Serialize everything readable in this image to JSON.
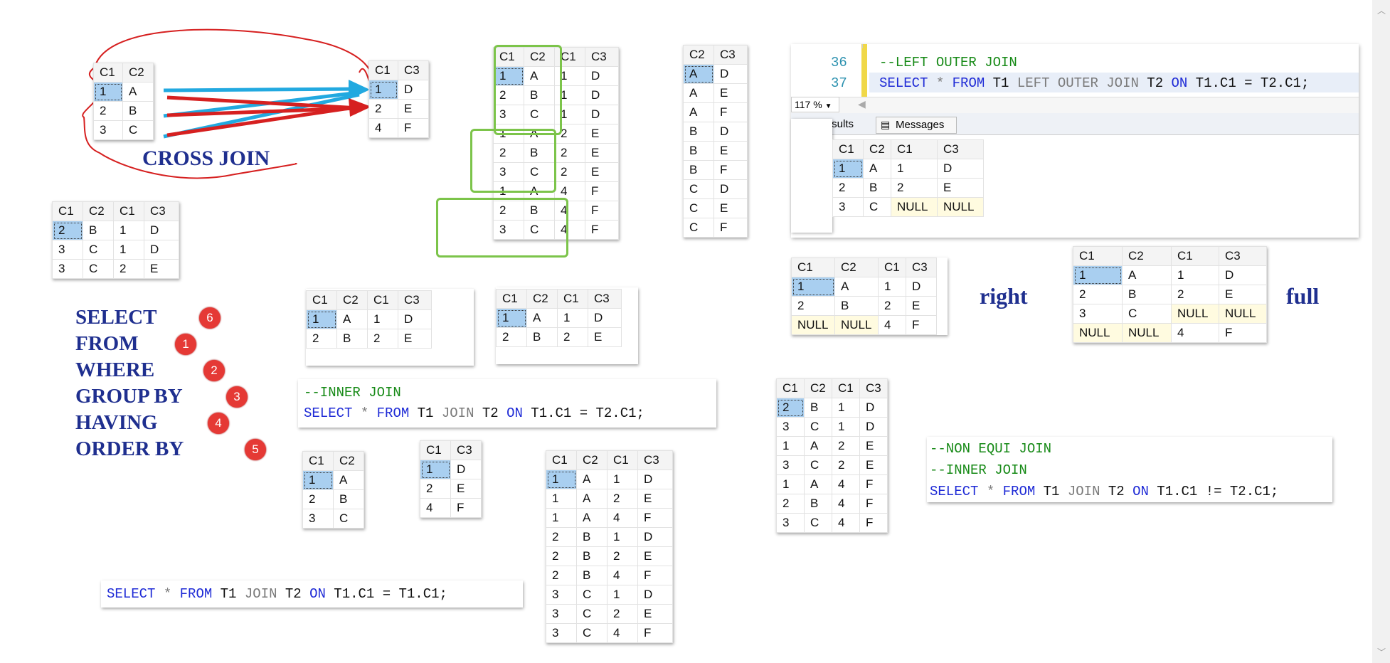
{
  "cross_join": {
    "label": "CROSS JOIN",
    "t1": {
      "headers": [
        "C1",
        "C2"
      ],
      "rows": [
        [
          "1",
          "A"
        ],
        [
          "2",
          "B"
        ],
        [
          "3",
          "C"
        ]
      ]
    },
    "t2": {
      "headers": [
        "C1",
        "C3"
      ],
      "rows": [
        [
          "1",
          "D"
        ],
        [
          "2",
          "E"
        ],
        [
          "4",
          "F"
        ]
      ]
    }
  },
  "cross_result": {
    "headers": [
      "C1",
      "C2",
      "C1",
      "C3"
    ],
    "rows": [
      [
        "1",
        "A",
        "1",
        "D"
      ],
      [
        "2",
        "B",
        "1",
        "D"
      ],
      [
        "3",
        "C",
        "1",
        "D"
      ],
      [
        "1",
        "A",
        "2",
        "E"
      ],
      [
        "2",
        "B",
        "2",
        "E"
      ],
      [
        "3",
        "C",
        "2",
        "E"
      ],
      [
        "1",
        "A",
        "4",
        "F"
      ],
      [
        "2",
        "B",
        "4",
        "F"
      ],
      [
        "3",
        "C",
        "4",
        "F"
      ]
    ]
  },
  "c2c3_list": {
    "headers": [
      "C2",
      "C3"
    ],
    "rows": [
      [
        "A",
        "D"
      ],
      [
        "A",
        "E"
      ],
      [
        "A",
        "F"
      ],
      [
        "B",
        "D"
      ],
      [
        "B",
        "E"
      ],
      [
        "B",
        "F"
      ],
      [
        "C",
        "D"
      ],
      [
        "C",
        "E"
      ],
      [
        "C",
        "F"
      ]
    ]
  },
  "non_equi_small": {
    "headers": [
      "C1",
      "C2",
      "C1",
      "C3"
    ],
    "rows": [
      [
        "2",
        "B",
        "1",
        "D"
      ],
      [
        "3",
        "C",
        "1",
        "D"
      ],
      [
        "3",
        "C",
        "2",
        "E"
      ]
    ]
  },
  "order_list": {
    "items": [
      {
        "kw": "SELECT",
        "n": "6"
      },
      {
        "kw": "FROM",
        "n": "1"
      },
      {
        "kw": "WHERE",
        "n": "2"
      },
      {
        "kw": "GROUP BY",
        "n": "3"
      },
      {
        "kw": "HAVING",
        "n": "4"
      },
      {
        "kw": "ORDER BY",
        "n": "5"
      }
    ]
  },
  "inner_a": {
    "headers": [
      "C1",
      "C2",
      "C1",
      "C3"
    ],
    "rows": [
      [
        "1",
        "A",
        "1",
        "D"
      ],
      [
        "2",
        "B",
        "2",
        "E"
      ]
    ]
  },
  "inner_b": {
    "headers": [
      "C1",
      "C2",
      "C1",
      "C3"
    ],
    "rows": [
      [
        "1",
        "A",
        "1",
        "D"
      ],
      [
        "2",
        "B",
        "2",
        "E"
      ]
    ]
  },
  "inner_code": {
    "comment": "--INNER JOIN",
    "kw1": "SELECT",
    "star": " * ",
    "kw2": "FROM",
    "t1": " T1 ",
    "join": "JOIN",
    "t2": " T2 ",
    "on": "ON",
    "cond": " T1.C1 = T2.C1;"
  },
  "t1_small": {
    "headers": [
      "C1",
      "C2"
    ],
    "rows": [
      [
        "1",
        "A"
      ],
      [
        "2",
        "B"
      ],
      [
        "3",
        "C"
      ]
    ]
  },
  "t2_small": {
    "headers": [
      "C1",
      "C3"
    ],
    "rows": [
      [
        "1",
        "D"
      ],
      [
        "2",
        "E"
      ],
      [
        "4",
        "F"
      ]
    ]
  },
  "self_code": {
    "kw1": "SELECT",
    "star": " * ",
    "kw2": "FROM",
    "t1": " T1 ",
    "join": "JOIN",
    "t2": " T2 ",
    "on": "ON",
    "cond": " T1.C1 = T1.C1;"
  },
  "self_result": {
    "headers": [
      "C1",
      "C2",
      "C1",
      "C3"
    ],
    "rows": [
      [
        "1",
        "A",
        "1",
        "D"
      ],
      [
        "1",
        "A",
        "2",
        "E"
      ],
      [
        "1",
        "A",
        "4",
        "F"
      ],
      [
        "2",
        "B",
        "1",
        "D"
      ],
      [
        "2",
        "B",
        "2",
        "E"
      ],
      [
        "2",
        "B",
        "4",
        "F"
      ],
      [
        "3",
        "C",
        "1",
        "D"
      ],
      [
        "3",
        "C",
        "2",
        "E"
      ],
      [
        "3",
        "C",
        "4",
        "F"
      ]
    ]
  },
  "ssms": {
    "line36": "36",
    "line37": "37",
    "comment": "--LEFT OUTER JOIN",
    "kw1": "SELECT",
    "star": " * ",
    "kw2": "FROM",
    "t1": " T1 ",
    "lj": "LEFT OUTER JOIN",
    "t2": " T2 ",
    "on": "ON",
    "cond": " T1.C1 = T2.C1;",
    "zoom": "117 %",
    "tab_results": "Results",
    "tab_messages": "Messages",
    "result": {
      "headers": [
        "C1",
        "C2",
        "C1",
        "C3"
      ],
      "rows": [
        [
          "1",
          "A",
          "1",
          "D"
        ],
        [
          "2",
          "B",
          "2",
          "E"
        ],
        [
          "3",
          "C",
          "NULL",
          "NULL"
        ]
      ]
    }
  },
  "right_join": {
    "label": "right",
    "headers": [
      "C1",
      "C2",
      "C1",
      "C3"
    ],
    "rows": [
      [
        "1",
        "A",
        "1",
        "D"
      ],
      [
        "2",
        "B",
        "2",
        "E"
      ],
      [
        "NULL",
        "NULL",
        "4",
        "F"
      ]
    ]
  },
  "full_join": {
    "label": "full",
    "headers": [
      "C1",
      "C2",
      "C1",
      "C3"
    ],
    "rows": [
      [
        "1",
        "A",
        "1",
        "D"
      ],
      [
        "2",
        "B",
        "2",
        "E"
      ],
      [
        "3",
        "C",
        "NULL",
        "NULL"
      ],
      [
        "NULL",
        "NULL",
        "4",
        "F"
      ]
    ]
  },
  "non_equi_result": {
    "headers": [
      "C1",
      "C2",
      "C1",
      "C3"
    ],
    "rows": [
      [
        "2",
        "B",
        "1",
        "D"
      ],
      [
        "3",
        "C",
        "1",
        "D"
      ],
      [
        "1",
        "A",
        "2",
        "E"
      ],
      [
        "3",
        "C",
        "2",
        "E"
      ],
      [
        "1",
        "A",
        "4",
        "F"
      ],
      [
        "2",
        "B",
        "4",
        "F"
      ],
      [
        "3",
        "C",
        "4",
        "F"
      ]
    ]
  },
  "non_equi_code": {
    "c1": "--NON EQUI JOIN",
    "c2": "--INNER JOIN",
    "kw1": "SELECT",
    "star": " * ",
    "kw2": "FROM",
    "t1": " T1 ",
    "join": "JOIN",
    "t2": " T2 ",
    "on": "ON",
    "cond": " T1.C1 != T2.C1;"
  }
}
